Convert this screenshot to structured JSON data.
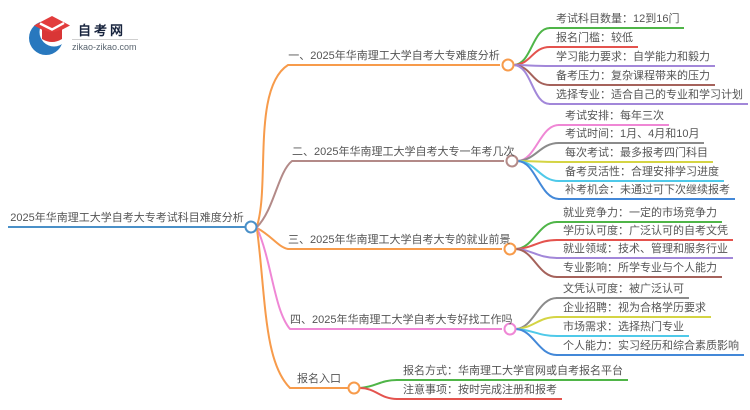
{
  "logo": {
    "title": "自考网",
    "domain": "zikao-zikao.com"
  },
  "palette": {
    "root_blue": "#4a90c8",
    "orange": "#f79b4b",
    "rosy_brown": "#b38a88",
    "pink": "#ef87d5",
    "green": "#4fb548",
    "red": "#e4534e",
    "purple": "#a287d9",
    "maroon": "#a5625b",
    "gray": "#8b8b8b",
    "olive_yellow": "#d4d444",
    "cyan": "#4fc9e9",
    "leaf_blue": "#4388d8",
    "text": "#555555",
    "logo_red": "#e23c3c",
    "logo_blue": "#2878be"
  },
  "mindmap": {
    "root": {
      "label": "2025年华南理工大学自考大专考试科目难度分析",
      "color": "#4a90c8"
    },
    "branches": [
      {
        "label": "一、2025年华南理工大学自考大专难度分析",
        "color": "#f79b4b",
        "children": [
          {
            "label": "考试科目数量：12到16门",
            "color": "#4fb548"
          },
          {
            "label": "报名门槛：较低",
            "color": "#e4534e"
          },
          {
            "label": "学习能力要求：自学能力和毅力",
            "color": "#a287d9"
          },
          {
            "label": "备考压力：复杂课程带来的压力",
            "color": "#a5625b"
          },
          {
            "label": "选择专业：适合自己的专业和学习计划",
            "color": "#a287d9"
          }
        ]
      },
      {
        "label": "二、2025年华南理工大学自考大专一年考几次",
        "color": "#b38a88",
        "children": [
          {
            "label": "考试安排：每年三次",
            "color": "#ef87d5"
          },
          {
            "label": "考试时间：1月、4月和10月",
            "color": "#8b8b8b"
          },
          {
            "label": "每次考试：最多报考四门科目",
            "color": "#d4d444"
          },
          {
            "label": "备考灵活性：合理安排学习进度",
            "color": "#4fc9e9"
          },
          {
            "label": "补考机会：未通过可下次继续报考",
            "color": "#4388d8"
          }
        ]
      },
      {
        "label": "三、2025年华南理工大学自考大专的就业前景",
        "color": "#f79b4b",
        "children": [
          {
            "label": "就业竞争力：一定的市场竞争力",
            "color": "#4fb548"
          },
          {
            "label": "学历认可度：广泛认可的自考文凭",
            "color": "#e4534e"
          },
          {
            "label": "就业领域：技术、管理和服务行业",
            "color": "#a287d9"
          },
          {
            "label": "专业影响：所学专业与个人能力",
            "color": "#a5625b"
          }
        ]
      },
      {
        "label": "四、2025年华南理工大学自考大专好找工作吗",
        "color": "#ef87d5",
        "children": [
          {
            "label": "文凭认可度：被广泛认可",
            "color": "#8b8b8b"
          },
          {
            "label": "企业招聘：视为合格学历要求",
            "color": "#d4d444"
          },
          {
            "label": "市场需求：选择热门专业",
            "color": "#4fc9e9"
          },
          {
            "label": "个人能力：实习经历和综合素质影响",
            "color": "#4388d8"
          }
        ]
      },
      {
        "label": "报名入口",
        "color": "#f79b4b",
        "children": [
          {
            "label": "报名方式：华南理工大学官网或自考报名平台",
            "color": "#4fb548"
          },
          {
            "label": "注意事项：按时完成注册和报考",
            "color": "#e4534e"
          }
        ]
      }
    ]
  }
}
